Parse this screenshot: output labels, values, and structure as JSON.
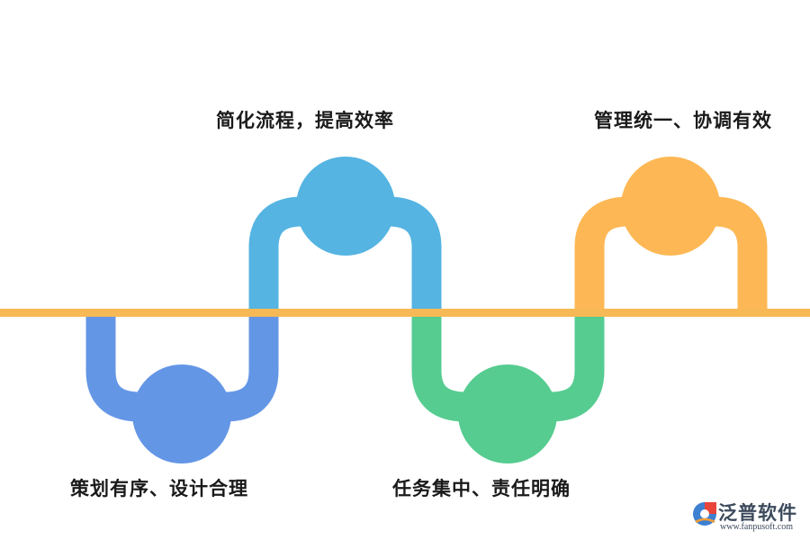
{
  "diagram": {
    "steps": [
      {
        "label": "策划有序、设计合理",
        "color": "#6496e6",
        "position": "below"
      },
      {
        "label": "简化流程，提高效率",
        "color": "#55b4e2",
        "position": "above"
      },
      {
        "label": "任务集中、责任明确",
        "color": "#56cc90",
        "position": "below"
      },
      {
        "label": "管理统一、协调有效",
        "color": "#fdb855",
        "position": "above"
      }
    ],
    "baseline_color": "#f7b955"
  },
  "logo": {
    "name": "泛普软件",
    "url": "www.fanpusoft.com",
    "icon": "fanpu-logo-icon"
  }
}
